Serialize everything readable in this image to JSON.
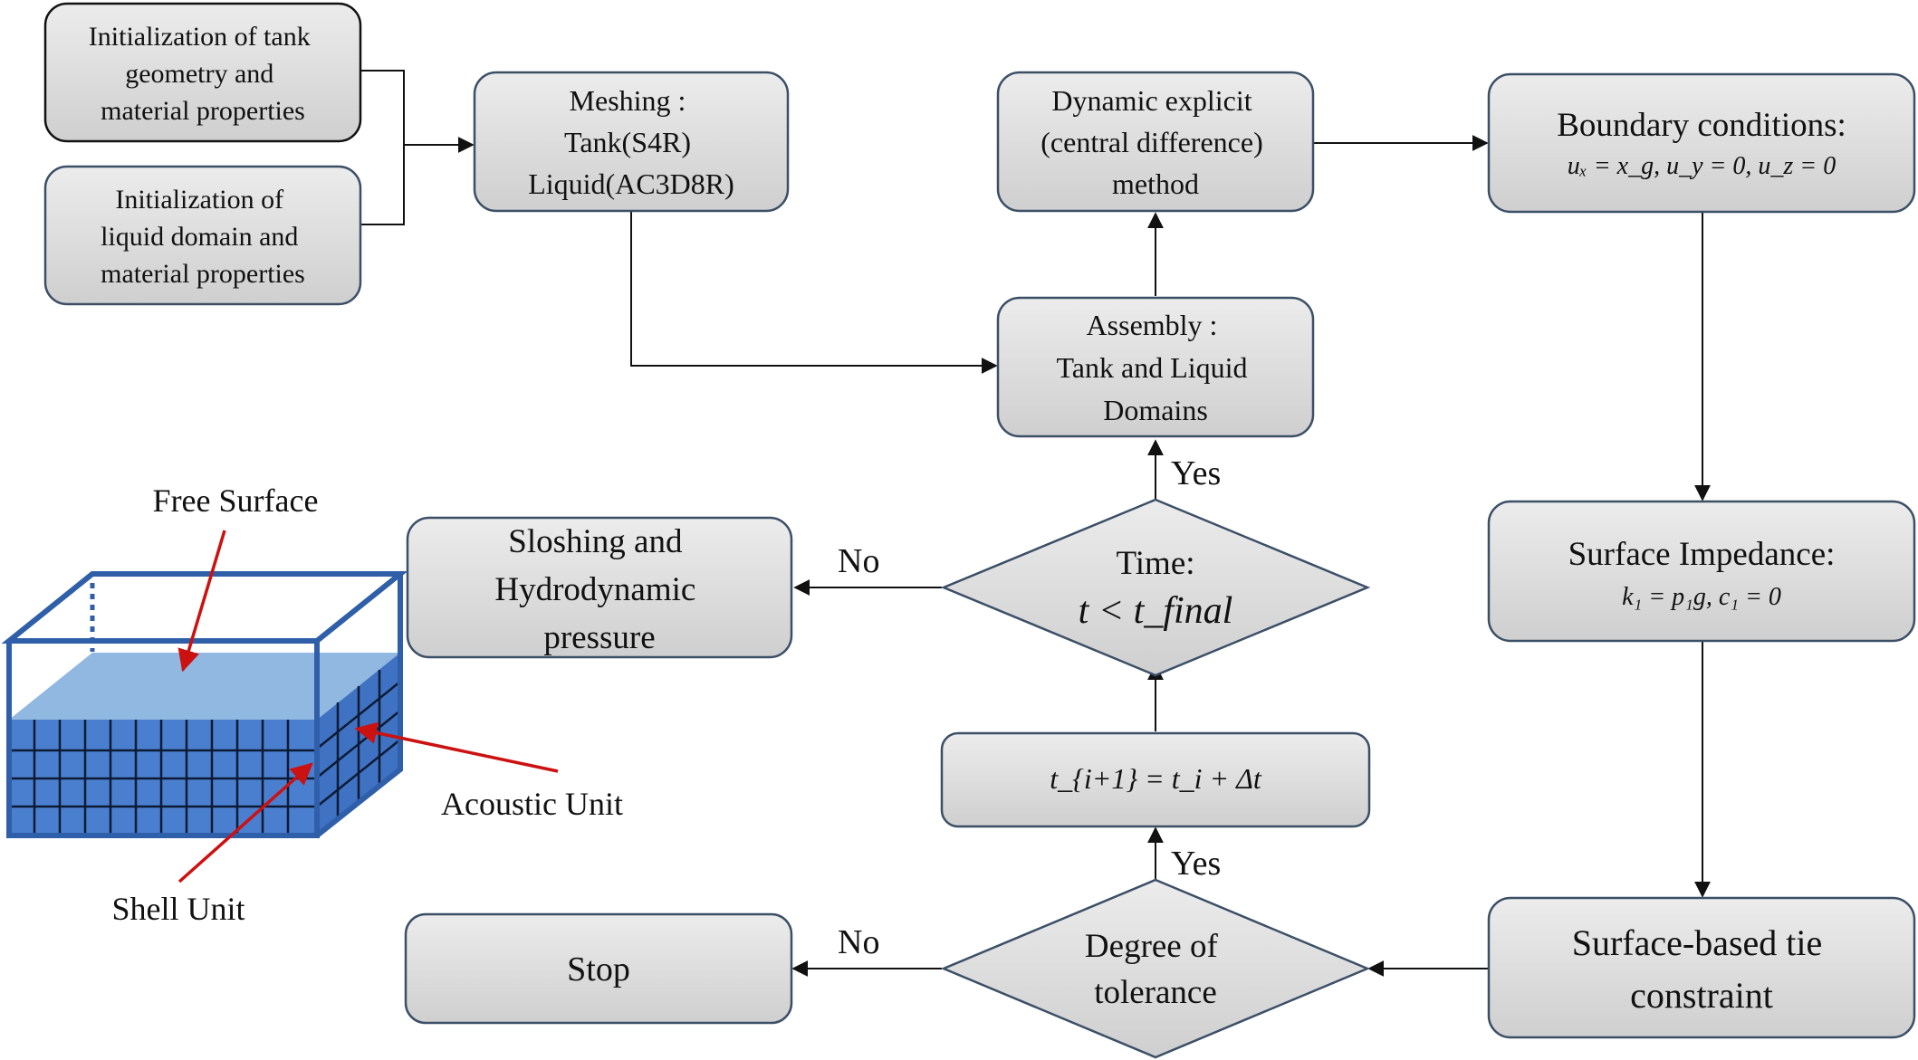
{
  "colors": {
    "box_fill_top": "#ececec",
    "box_fill_bottom": "#cfcfcf",
    "box_stroke": "#3b4f66",
    "arrow": "#111111",
    "annotation_arrow": "#cc1111",
    "tank_edge": "#2f5fa8",
    "water_top": "#90b8e0",
    "water_side": "#4a7fd0",
    "grid_line": "#0d1a33"
  },
  "nodes": {
    "init_tank": {
      "lines": [
        "Initialization of tank",
        "geometry and",
        "material properties"
      ]
    },
    "init_liquid": {
      "lines": [
        "Initialization of",
        "liquid domain and",
        "material properties"
      ]
    },
    "meshing": {
      "lines": [
        "Meshing :",
        "Tank(S4R)",
        "Liquid(AC3D8R)"
      ]
    },
    "dynamic": {
      "lines": [
        "Dynamic explicit",
        "(central difference)",
        "method"
      ]
    },
    "boundary": {
      "title": "Boundary conditions:",
      "equation": "uₓ = x_g, u_y = 0, u_z = 0"
    },
    "assembly": {
      "lines": [
        "Assembly :",
        "Tank and Liquid",
        "Domains"
      ]
    },
    "sloshing": {
      "lines": [
        "Sloshing and",
        "Hydrodynamic",
        "pressure"
      ]
    },
    "time": {
      "title": "Time:",
      "equation": "t < t_final"
    },
    "impedance": {
      "title": "Surface Impedance:",
      "equation": "k₁ = p₁g, c₁ = 0"
    },
    "increment": {
      "equation": "t_{i+1} = t_i + Δt"
    },
    "stop": {
      "lines": [
        "Stop"
      ]
    },
    "tolerance": {
      "lines": [
        "Degree of",
        "tolerance"
      ]
    },
    "tie": {
      "lines": [
        "Surface-based tie",
        "constraint"
      ]
    }
  },
  "edge_labels": {
    "time_yes": "Yes",
    "time_no": "No",
    "tol_yes": "Yes",
    "tol_no": "No"
  },
  "illustration": {
    "free_surface": "Free Surface",
    "acoustic_unit": "Acoustic Unit",
    "shell_unit": "Shell Unit"
  }
}
